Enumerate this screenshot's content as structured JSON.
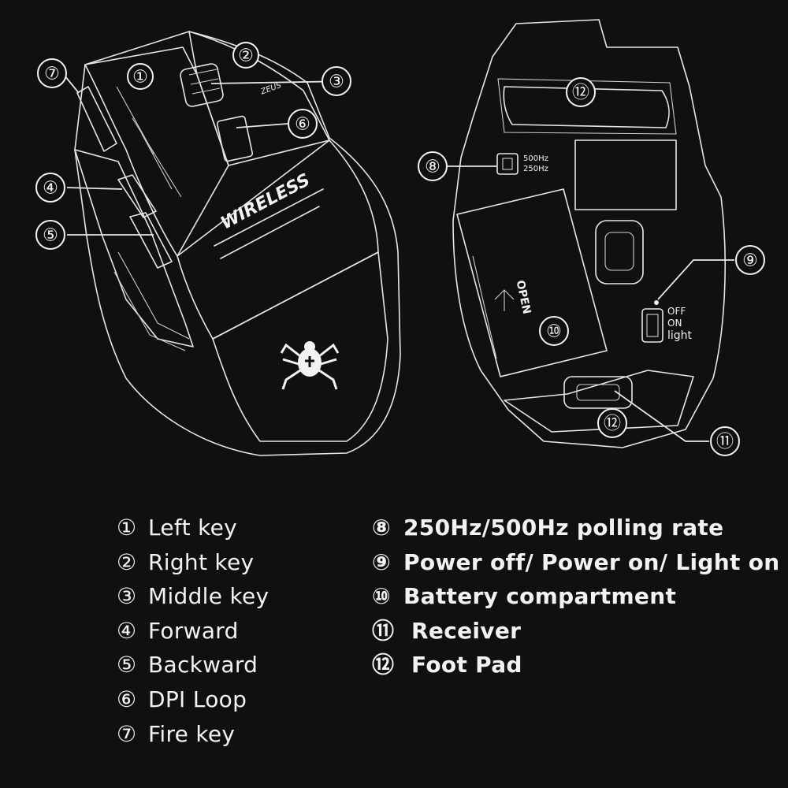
{
  "diagram": {
    "top_view": {
      "brand_text": "WIRELESS",
      "small_text": "ZEUS"
    },
    "bottom_view": {
      "switch_8_labels": [
        "500Hz",
        "250Hz"
      ],
      "switch_9_labels": [
        "OFF",
        "ON",
        "light"
      ],
      "battery_label": "OPEN"
    },
    "callouts": [
      "①",
      "②",
      "③",
      "④",
      "⑤",
      "⑥",
      "⑦",
      "⑧",
      "⑨",
      "⑩",
      "⑪",
      "⑫"
    ]
  },
  "legend": {
    "left": [
      {
        "num": "①",
        "label": "Left key"
      },
      {
        "num": "②",
        "label": "Right key"
      },
      {
        "num": "③",
        "label": "Middle key"
      },
      {
        "num": "④",
        "label": "Forward"
      },
      {
        "num": "⑤",
        "label": "Backward"
      },
      {
        "num": "⑥",
        "label": "DPI Loop"
      },
      {
        "num": "⑦",
        "label": "Fire key"
      }
    ],
    "right": [
      {
        "num": "⑧",
        "label": "250Hz/500Hz polling rate"
      },
      {
        "num": "⑨",
        "label": "Power off/ Power on/ Light on"
      },
      {
        "num": "⑩",
        "label": "Battery compartment"
      },
      {
        "num": "⑪",
        "label": " Receiver"
      },
      {
        "num": "⑫",
        "label": " Foot Pad"
      }
    ]
  }
}
